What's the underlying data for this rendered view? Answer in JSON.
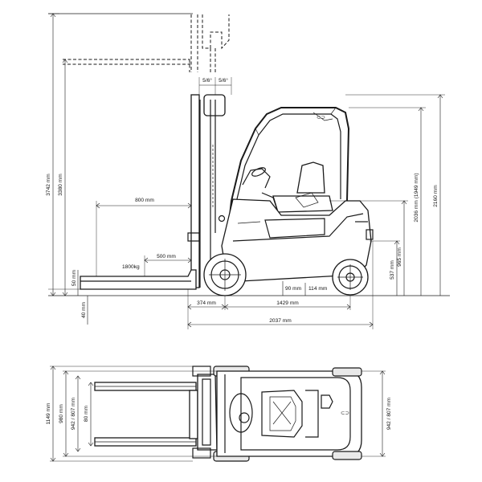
{
  "side_view": {
    "mast_tilt_label": "5/6°",
    "mast_tilt_label_2": "5/6°",
    "height_max_label": "3742 mm",
    "height_lift_label": "3380 mm",
    "load_center_label": "800 mm",
    "load_center_small_label": "500 mm",
    "capacity_label": "1800kg",
    "fork_thickness_label": "50 mm",
    "lowered_label": "40 mm",
    "front_overhang_label": "374 mm",
    "wheelbase_label": "1429 mm",
    "overall_length_label": "2037 mm",
    "ground_clearance_1_label": "90 mm",
    "ground_clearance_2_label": "114 mm",
    "step_height_label": "537 mm",
    "seat_height_label": "965 mm",
    "overhead_guard_label": "2036 mm (1949 mm)",
    "total_height_label": "2160 mm"
  },
  "top_view": {
    "overall_width_label": "1149 mm",
    "fork_carriage_label": "980 mm",
    "front_track_label": "942 / 807 mm",
    "fork_width_label": "80 mm",
    "rear_track_label": "942 / 807 mm"
  }
}
